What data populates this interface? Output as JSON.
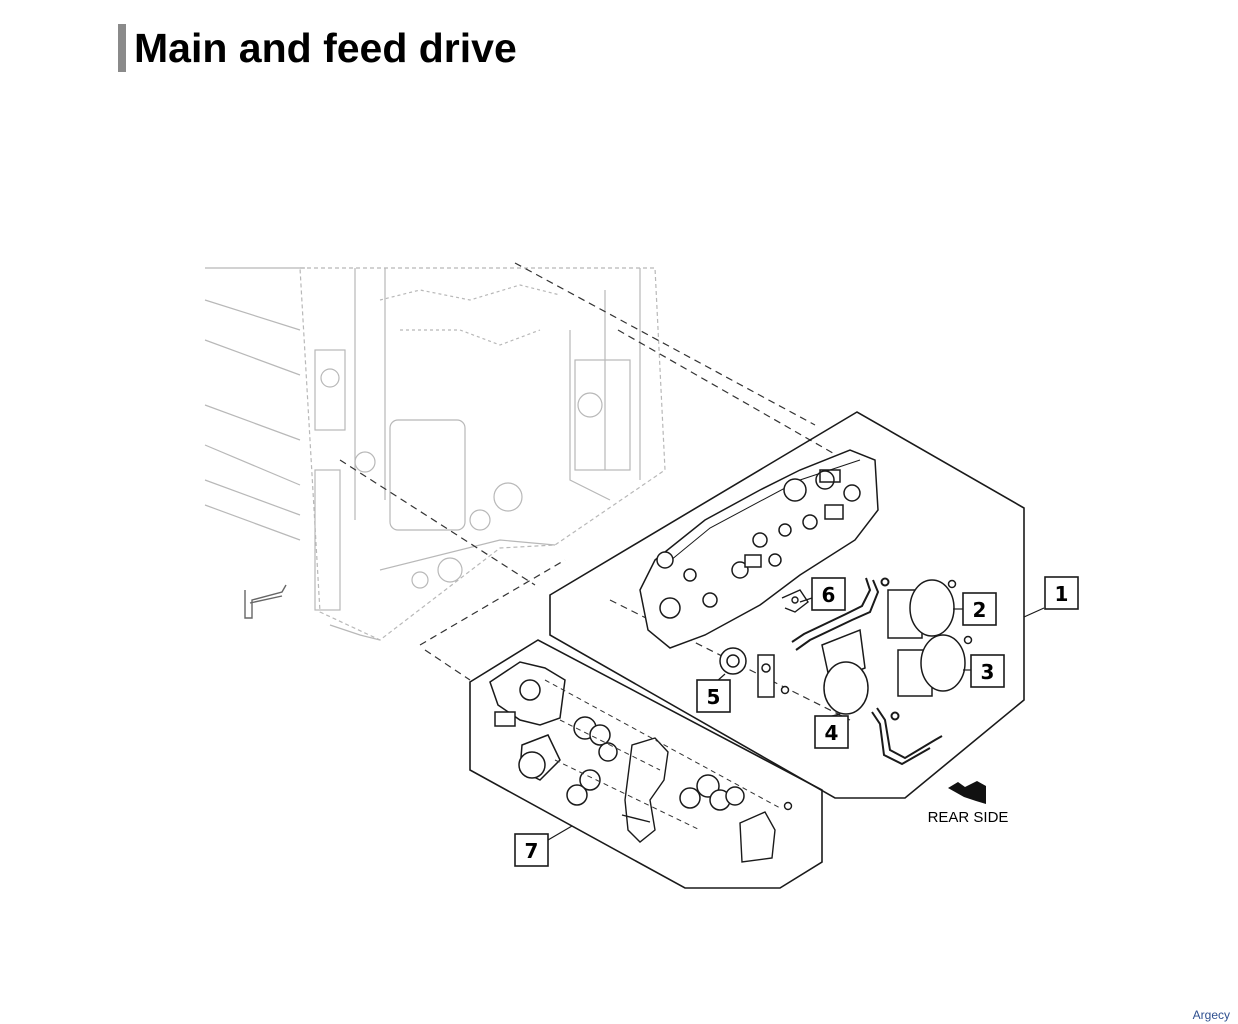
{
  "page": {
    "title": "Main and feed drive"
  },
  "callouts": [
    "1",
    "2",
    "3",
    "4",
    "5",
    "6",
    "7"
  ],
  "direction_label": "REAR SIDE",
  "footer": {
    "brand": "Argecy"
  },
  "colors": {
    "title_bar": "#8a8a8a",
    "frame_ghost": "#b8b8b8",
    "parts": "#1a1a1a",
    "brand": "#2e4f8f"
  }
}
